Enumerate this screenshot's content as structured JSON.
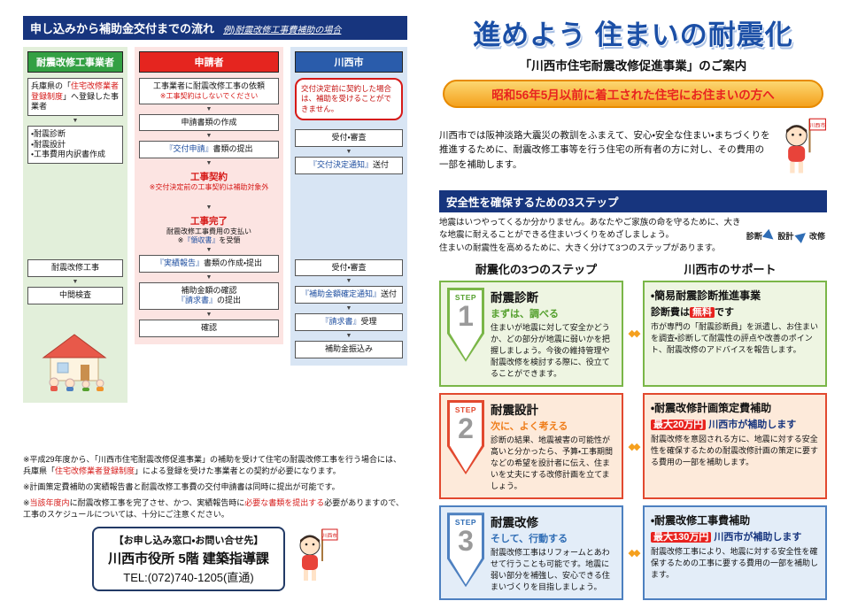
{
  "mascot_flag": "川西市",
  "left": {
    "header": {
      "title": "申し込みから補助金交付までの流れ",
      "subtitle": "例)耐震改修工事費補助の場合"
    },
    "contractor": {
      "header": "耐震改修工事業者",
      "registered": {
        "pre": "兵庫県の「",
        "em": "住宅改修業者登録制度",
        "post": "」へ登録した事業者"
      },
      "tasks": [
        "・耐震診断",
        "・耐震設計",
        "・工事費用内訳書作成"
      ],
      "construction": "耐震改修工事",
      "inspection": "中間検査"
    },
    "applicant": {
      "header": "申請者",
      "request": {
        "main": "工事業者に耐震改修工事の依頼",
        "note": "※工事契約はしないでください"
      },
      "docs": "申請書類の作成",
      "apply": {
        "em": "『交付申請』",
        "post": "書類の提出"
      },
      "contract": {
        "title": "工事契約",
        "note": "※交付決定前の工事契約は補助対象外"
      },
      "complete": {
        "title": "工事完了",
        "line": "耐震改修工事費用の支払い",
        "note_pre": "※",
        "note_em": "『領収書』",
        "note_post": "を受領"
      },
      "report": {
        "em": "『実績報告』",
        "post": "書類の作成・提出"
      },
      "amount": {
        "line1": "補助金額の確認",
        "em": "『請求書』",
        "post": "の提出"
      },
      "check": "確認"
    },
    "city": {
      "header": "川西市",
      "callout": "交付決定前に契約した場合は、補助を受けることができません。",
      "boxes": [
        {
          "em": "",
          "post": "受付・審査"
        },
        {
          "em": "『交付決定通知』",
          "post": "送付"
        },
        {
          "em": "",
          "post": "受付・審査"
        },
        {
          "em": "『補助金額確定通知』",
          "post": "送付"
        },
        {
          "em": "『請求書』",
          "post": "受理"
        },
        {
          "em": "",
          "post": "補助金振込み"
        }
      ]
    },
    "notes": {
      "n1_pre": "※平成29年度から、「川西市住宅耐震改修促進事業」の補助を受けて住宅の耐震改修工事を行う場合には、兵庫県「",
      "n1_em": "住宅改修業者登録制度",
      "n1_post": "」による登録を受けた事業者との契約が必要になります。",
      "n2": "※計画策定費補助の実績報告書と耐震改修工事費の交付申請書は同時に提出が可能です。",
      "n3_pre": "※",
      "n3_em1": "当該年度内",
      "n3_mid": "に耐震改修工事を完了させ、かつ、実績報告時に",
      "n3_em2": "必要な書類を提出する",
      "n3_post": "必要がありますので、工事のスケジュールについては、十分にご注意ください。"
    },
    "contact": {
      "label": "【お申し込み窓口・お問い合せ先】",
      "office": "川西市役所 5階 建築指導課",
      "tel": "TEL:(072)740-1205(直通)"
    }
  },
  "right": {
    "title": "進めよう 住まいの耐震化",
    "subtitle": "「川西市住宅耐震改修促進事業」のご案内",
    "banner": "昭和56年5月以前に着工された住宅にお住まいの方へ",
    "intro": "川西市では阪神淡路大震災の教訓をふまえて、安心・安全な住まい・まちづくりを推進するために、耐震改修工事等を行う住宅の所有者の方に対し、その費用の一部を補助します。",
    "steps_bar": "安全性を確保するための3ステップ",
    "steps_intro1": "地震はいつやってくるか分かりません。あなたやご家族の命を守るために、大きな地震に耐えることができる住まいづくりをめざしましょう。",
    "steps_intro2": "住まいの耐震性を高めるために、大きく分けて3つのステップがあります。",
    "mini": [
      "診断",
      "設計",
      "改修"
    ],
    "col_steps": "耐震化の3つのステップ",
    "col_support": "川西市のサポート",
    "step_label": "STEP",
    "steps": [
      {
        "num": "1",
        "title": "耐震診断",
        "tagline": "まずは、調べる",
        "body": "住まいが地震に対して安全かどうか、どの部分が地震に弱いかを把握しましょう。今後の維持管理や耐震改修を検討する際に、役立てることができます。"
      },
      {
        "num": "2",
        "title": "耐震設計",
        "tagline": "次に、よく考える",
        "body": "診断の結果、地震被害の可能性が高いと分かったら、予算・工事期間などの希望を設計者に伝え、住まいを丈夫にする改修計画を立てましょう。"
      },
      {
        "num": "3",
        "title": "耐震改修",
        "tagline": "そして、行動する",
        "body": "耐震改修工事はリフォームとあわせて行うことも可能です。地震に弱い部分を補強し、安心できる住まいづくりを目指しましょう。"
      }
    ],
    "supports": [
      {
        "title": "・簡易耐震診断推進事業",
        "pre": "診断費は",
        "hl": "無料",
        "post": "です",
        "body": "市が専門の「耐震診断員」を派遣し、お住まいを調査・診断して耐震性の評点や改善のポイント、耐震改修のアドバイスを報告します。"
      },
      {
        "title": "・耐震改修計画策定費補助",
        "pre": "",
        "hl": "最大20万円",
        "post": " 川西市が補助します",
        "body": "耐震改修を意図される方に、地震に対する安全性を確保するための耐震改修計画の策定に要する費用の一部を補助します。"
      },
      {
        "title": "・耐震改修工事費補助",
        "pre": "",
        "hl": "最大130万円",
        "post": " 川西市が補助します",
        "body": "耐震改修工事により、地震に対する安全性を確保するための工事に要する費用の一部を補助します。"
      }
    ]
  }
}
